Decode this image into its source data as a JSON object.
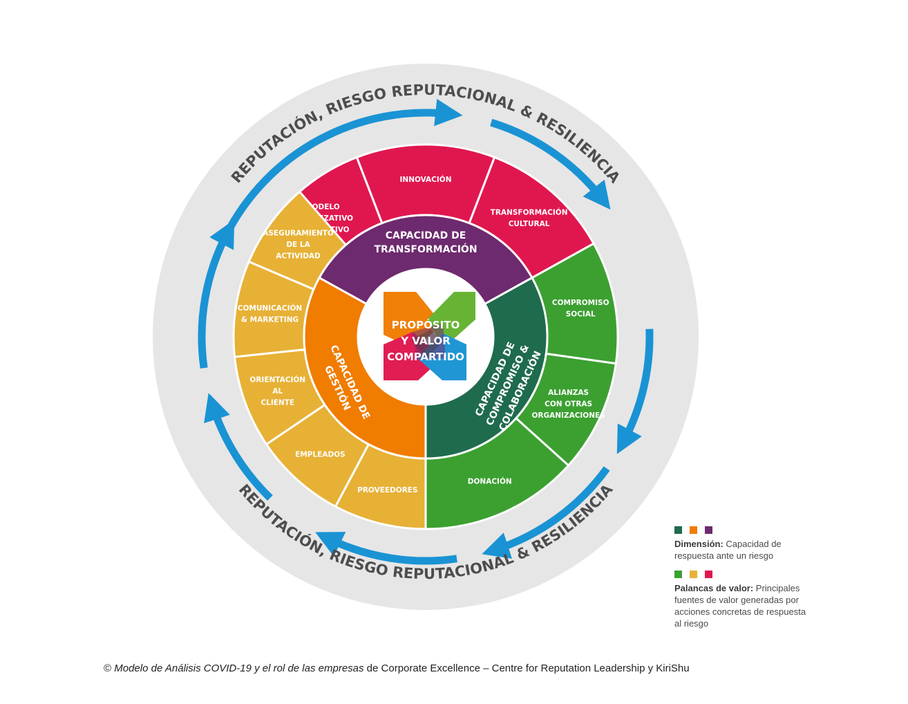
{
  "outer_ring": {
    "top_text": "REPUTACIÓN, RIESGO REPUTACIONAL & RESILIENCIA",
    "bottom_text": "REPUTACIÓN, RIESGO REPUTACIONAL & RESILIENCIA"
  },
  "center": {
    "line1": "PROPÓSITO",
    "line2": "Y VALOR",
    "line3": "COMPARTIDO"
  },
  "dimensions": [
    {
      "id": "transformacion",
      "label": "CAPACIDAD DE TRANSFORMACIÓN",
      "lines": [
        "CAPACIDAD DE",
        "TRANSFORMACIÓN"
      ],
      "color": "#6d2a6e"
    },
    {
      "id": "compromiso",
      "label": "CAPACIDAD DE COMPROMISO & COLABORACIÓN",
      "lines": [
        "CAPACIDAD DE",
        "COMPROMISO &",
        "COLABORACIÓN"
      ],
      "color": "#1f6b4e"
    },
    {
      "id": "gestion",
      "label": "CAPACIDAD DE GESTIÓN",
      "lines": [
        "CAPACIDAD DE",
        "GESTIÓN"
      ],
      "color": "#f07c00"
    }
  ],
  "levers": [
    {
      "group": "transformacion",
      "lines": [
        "MODELO",
        "ORGANIZATIVO",
        "Y OPERATIVO"
      ],
      "color": "#e0174f"
    },
    {
      "group": "transformacion",
      "lines": [
        "INNOVACIÓN"
      ],
      "color": "#e0174f"
    },
    {
      "group": "transformacion",
      "lines": [
        "TRANSFORMACIÓN",
        "CULTURAL"
      ],
      "color": "#e0174f"
    },
    {
      "group": "compromiso",
      "lines": [
        "COMPROMISO",
        "SOCIAL"
      ],
      "color": "#3ca031"
    },
    {
      "group": "compromiso",
      "lines": [
        "ALIANZAS",
        "CON OTRAS",
        "ORGANIZACIONES"
      ],
      "color": "#3ca031"
    },
    {
      "group": "compromiso",
      "lines": [
        "DONACIÓN"
      ],
      "color": "#3ca031"
    },
    {
      "group": "gestion",
      "lines": [
        "PROVEEDORES"
      ],
      "color": "#e7b136"
    },
    {
      "group": "gestion",
      "lines": [
        "EMPLEADOS"
      ],
      "color": "#e7b136"
    },
    {
      "group": "gestion",
      "lines": [
        "ORIENTACIÓN",
        "AL",
        "CLIENTE"
      ],
      "color": "#e7b136"
    },
    {
      "group": "gestion",
      "lines": [
        "COMUNICACIÓN",
        "& MARKETING"
      ],
      "color": "#e7b136"
    },
    {
      "group": "gestion",
      "lines": [
        "ASEGURAMIENTO",
        "DE LA",
        "ACTIVIDAD"
      ],
      "color": "#e7b136"
    }
  ],
  "legend": {
    "dimension_colors": [
      "#1f6b4e",
      "#f07c00",
      "#6d2a6e"
    ],
    "dimension_title": "Dimensión:",
    "dimension_text": "Capacidad de respuesta ante un riesgo",
    "lever_colors": [
      "#3ca031",
      "#e7b136",
      "#e0174f"
    ],
    "lever_title": "Palancas de valor:",
    "lever_text": "Principales fuentes de valor generadas por acciones concretas de respuesta al riesgo"
  },
  "footer": {
    "prefix": "© ",
    "italic": "Modelo de Análisis COVID-19 y el rol de las empresas",
    "suffix": " de Corporate Excellence – Centre for Reputation Leadership y KiriShu"
  },
  "colors": {
    "outer_ring": "#e6e6e6",
    "arrow": "#1a93d4",
    "ring_text": "#4d4d4d"
  }
}
